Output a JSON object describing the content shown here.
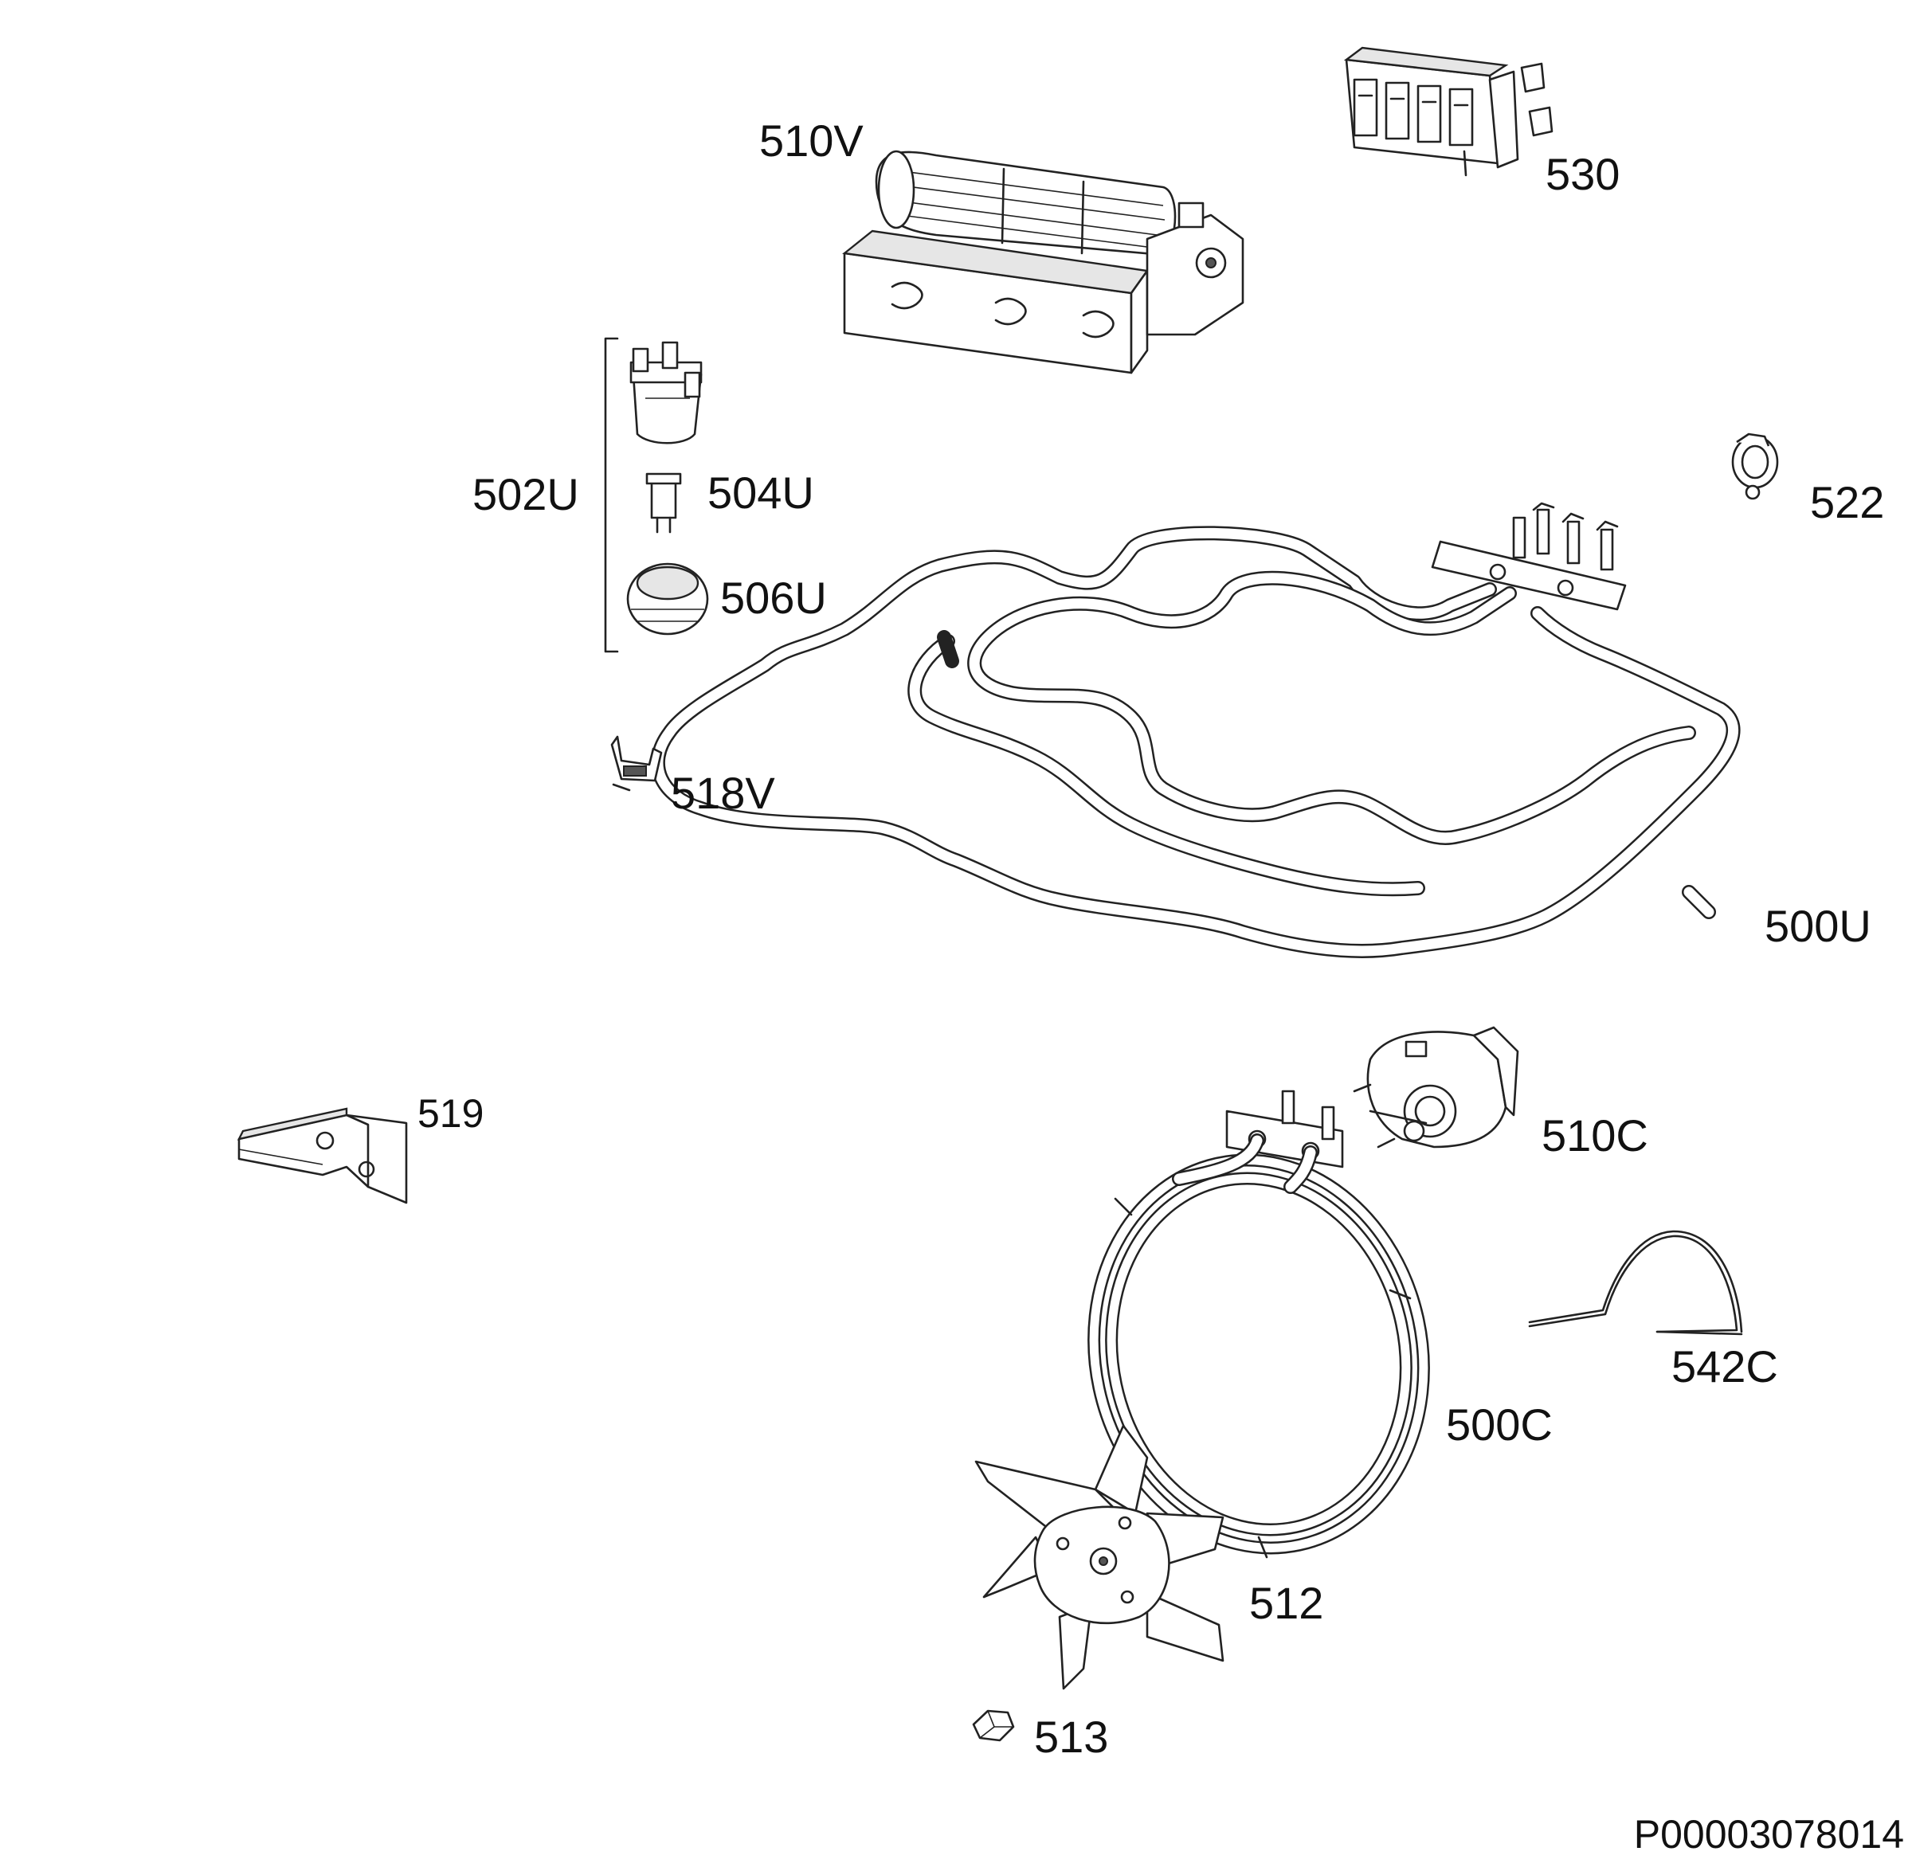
{
  "diagram": {
    "labels": {
      "510V": "510V",
      "530": "530",
      "502U": "502U",
      "504U": "504U",
      "506U": "506U",
      "522": "522",
      "518V": "518V",
      "500U": "500U",
      "519": "519",
      "510C": "510C",
      "542C": "542C",
      "500C": "500C",
      "512": "512",
      "513": "513"
    },
    "drawing_code": "P00003078014"
  }
}
